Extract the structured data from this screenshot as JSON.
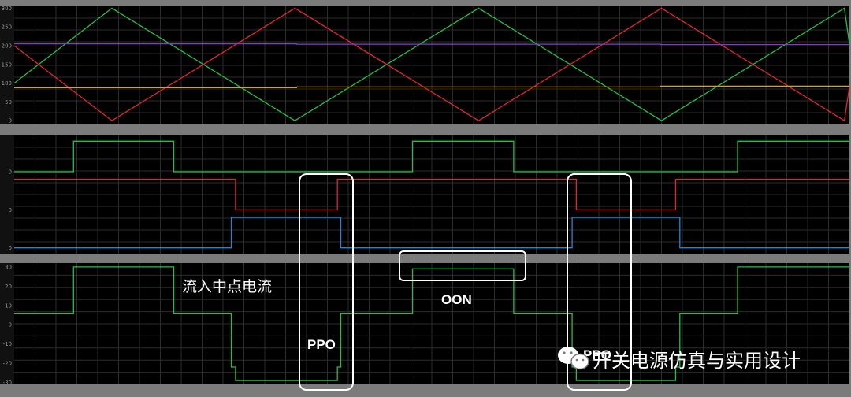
{
  "watermark": {
    "text": "开关电源仿真与实用设计",
    "logo": "wechat-logo-icon"
  },
  "colors": {
    "background": "#7b7b7b",
    "plot_bg": "#000000",
    "grid": "#2c2c2c",
    "annotation": "#ffffff"
  },
  "chart_data": [
    {
      "type": "line",
      "panel": "carrier-and-modulation",
      "title": "",
      "xlabel": "",
      "ylabel": "",
      "xlim": [
        0,
        1
      ],
      "ylim": [
        -10,
        305
      ],
      "y_ticks": [
        0,
        50,
        100,
        150,
        200,
        250,
        300
      ],
      "grid": true,
      "series": [
        {
          "color": "#22c043",
          "points": [
            [
              0,
              100
            ],
            [
              0.117,
              300
            ],
            [
              0.336,
              0
            ],
            [
              0.556,
              300
            ],
            [
              0.775,
              0
            ],
            [
              0.994,
              300
            ],
            [
              1,
              205
            ]
          ]
        },
        {
          "color": "#e32431",
          "points": [
            [
              0,
              200
            ],
            [
              0.117,
              0
            ],
            [
              0.336,
              300
            ],
            [
              0.556,
              0
            ],
            [
              0.775,
              300
            ],
            [
              0.994,
              0
            ],
            [
              1,
              90
            ]
          ]
        },
        {
          "color": "#8f32e6",
          "points": [
            [
              0,
              205
            ],
            [
              0.338,
              205
            ],
            [
              0.338,
              204
            ],
            [
              0.774,
              204
            ],
            [
              0.774,
              203
            ],
            [
              1,
              203
            ]
          ]
        },
        {
          "color": "#d8a318",
          "points": [
            [
              0,
              88
            ],
            [
              0.338,
              88
            ],
            [
              0.338,
              90
            ],
            [
              0.774,
              90
            ],
            [
              0.774,
              92
            ],
            [
              1,
              92
            ]
          ]
        }
      ]
    },
    {
      "type": "line",
      "panel": "gate-signals",
      "title": "",
      "xlabel": "",
      "ylabel": "",
      "xlim": [
        0,
        1
      ],
      "ylim": [
        -0.3,
        5.9
      ],
      "y_ticks": [
        0,
        0,
        0
      ],
      "grid": true,
      "series": [
        {
          "color": "#22c043",
          "points": [
            [
              0,
              4
            ],
            [
              0.071,
              4
            ],
            [
              0.071,
              5.6
            ],
            [
              0.191,
              5.6
            ],
            [
              0.191,
              4
            ],
            [
              0.477,
              4
            ],
            [
              0.477,
              5.6
            ],
            [
              0.598,
              5.6
            ],
            [
              0.598,
              4
            ],
            [
              0.866,
              4
            ],
            [
              0.866,
              5.6
            ],
            [
              1,
              5.6
            ]
          ]
        },
        {
          "color": "#e32431",
          "points": [
            [
              0,
              3.6
            ],
            [
              0.265,
              3.6
            ],
            [
              0.265,
              2
            ],
            [
              0.387,
              2
            ],
            [
              0.387,
              3.6
            ],
            [
              0.673,
              3.6
            ],
            [
              0.673,
              2
            ],
            [
              0.792,
              2
            ],
            [
              0.792,
              3.6
            ],
            [
              1,
              3.6
            ]
          ]
        },
        {
          "color": "#1e88d8",
          "points": [
            [
              0,
              0
            ],
            [
              0.26,
              0
            ],
            [
              0.26,
              1.6
            ],
            [
              0.391,
              1.6
            ],
            [
              0.391,
              0
            ],
            [
              0.668,
              0
            ],
            [
              0.668,
              1.6
            ],
            [
              0.797,
              1.6
            ],
            [
              0.797,
              0
            ],
            [
              1,
              0
            ]
          ]
        }
      ]
    },
    {
      "type": "line",
      "panel": "neutral-point-current",
      "title": "",
      "xlabel": "",
      "ylabel": "",
      "xlim": [
        0,
        1
      ],
      "ylim": [
        -31,
        32
      ],
      "y_ticks": [
        30,
        20,
        10,
        0,
        -10,
        -20,
        -30
      ],
      "grid": true,
      "series": [
        {
          "color": "#22c043",
          "points": [
            [
              0,
              6
            ],
            [
              0.071,
              6
            ],
            [
              0.071,
              30
            ],
            [
              0.191,
              30
            ],
            [
              0.191,
              6
            ],
            [
              0.26,
              6
            ],
            [
              0.26,
              -22
            ],
            [
              0.265,
              -22
            ],
            [
              0.265,
              -29
            ],
            [
              0.387,
              -29
            ],
            [
              0.387,
              -22
            ],
            [
              0.391,
              -22
            ],
            [
              0.391,
              6
            ],
            [
              0.477,
              6
            ],
            [
              0.477,
              29
            ],
            [
              0.598,
              29
            ],
            [
              0.598,
              6
            ],
            [
              0.668,
              6
            ],
            [
              0.668,
              -22
            ],
            [
              0.673,
              -22
            ],
            [
              0.673,
              -29
            ],
            [
              0.792,
              -29
            ],
            [
              0.792,
              -22
            ],
            [
              0.797,
              -22
            ],
            [
              0.797,
              6
            ],
            [
              0.866,
              6
            ],
            [
              0.866,
              30
            ],
            [
              1,
              30
            ]
          ]
        }
      ]
    }
  ],
  "annotations": {
    "current_label": "流入中点电流",
    "ppo_1": "PPO",
    "oon": "OON",
    "ppo_2": "PPO"
  }
}
